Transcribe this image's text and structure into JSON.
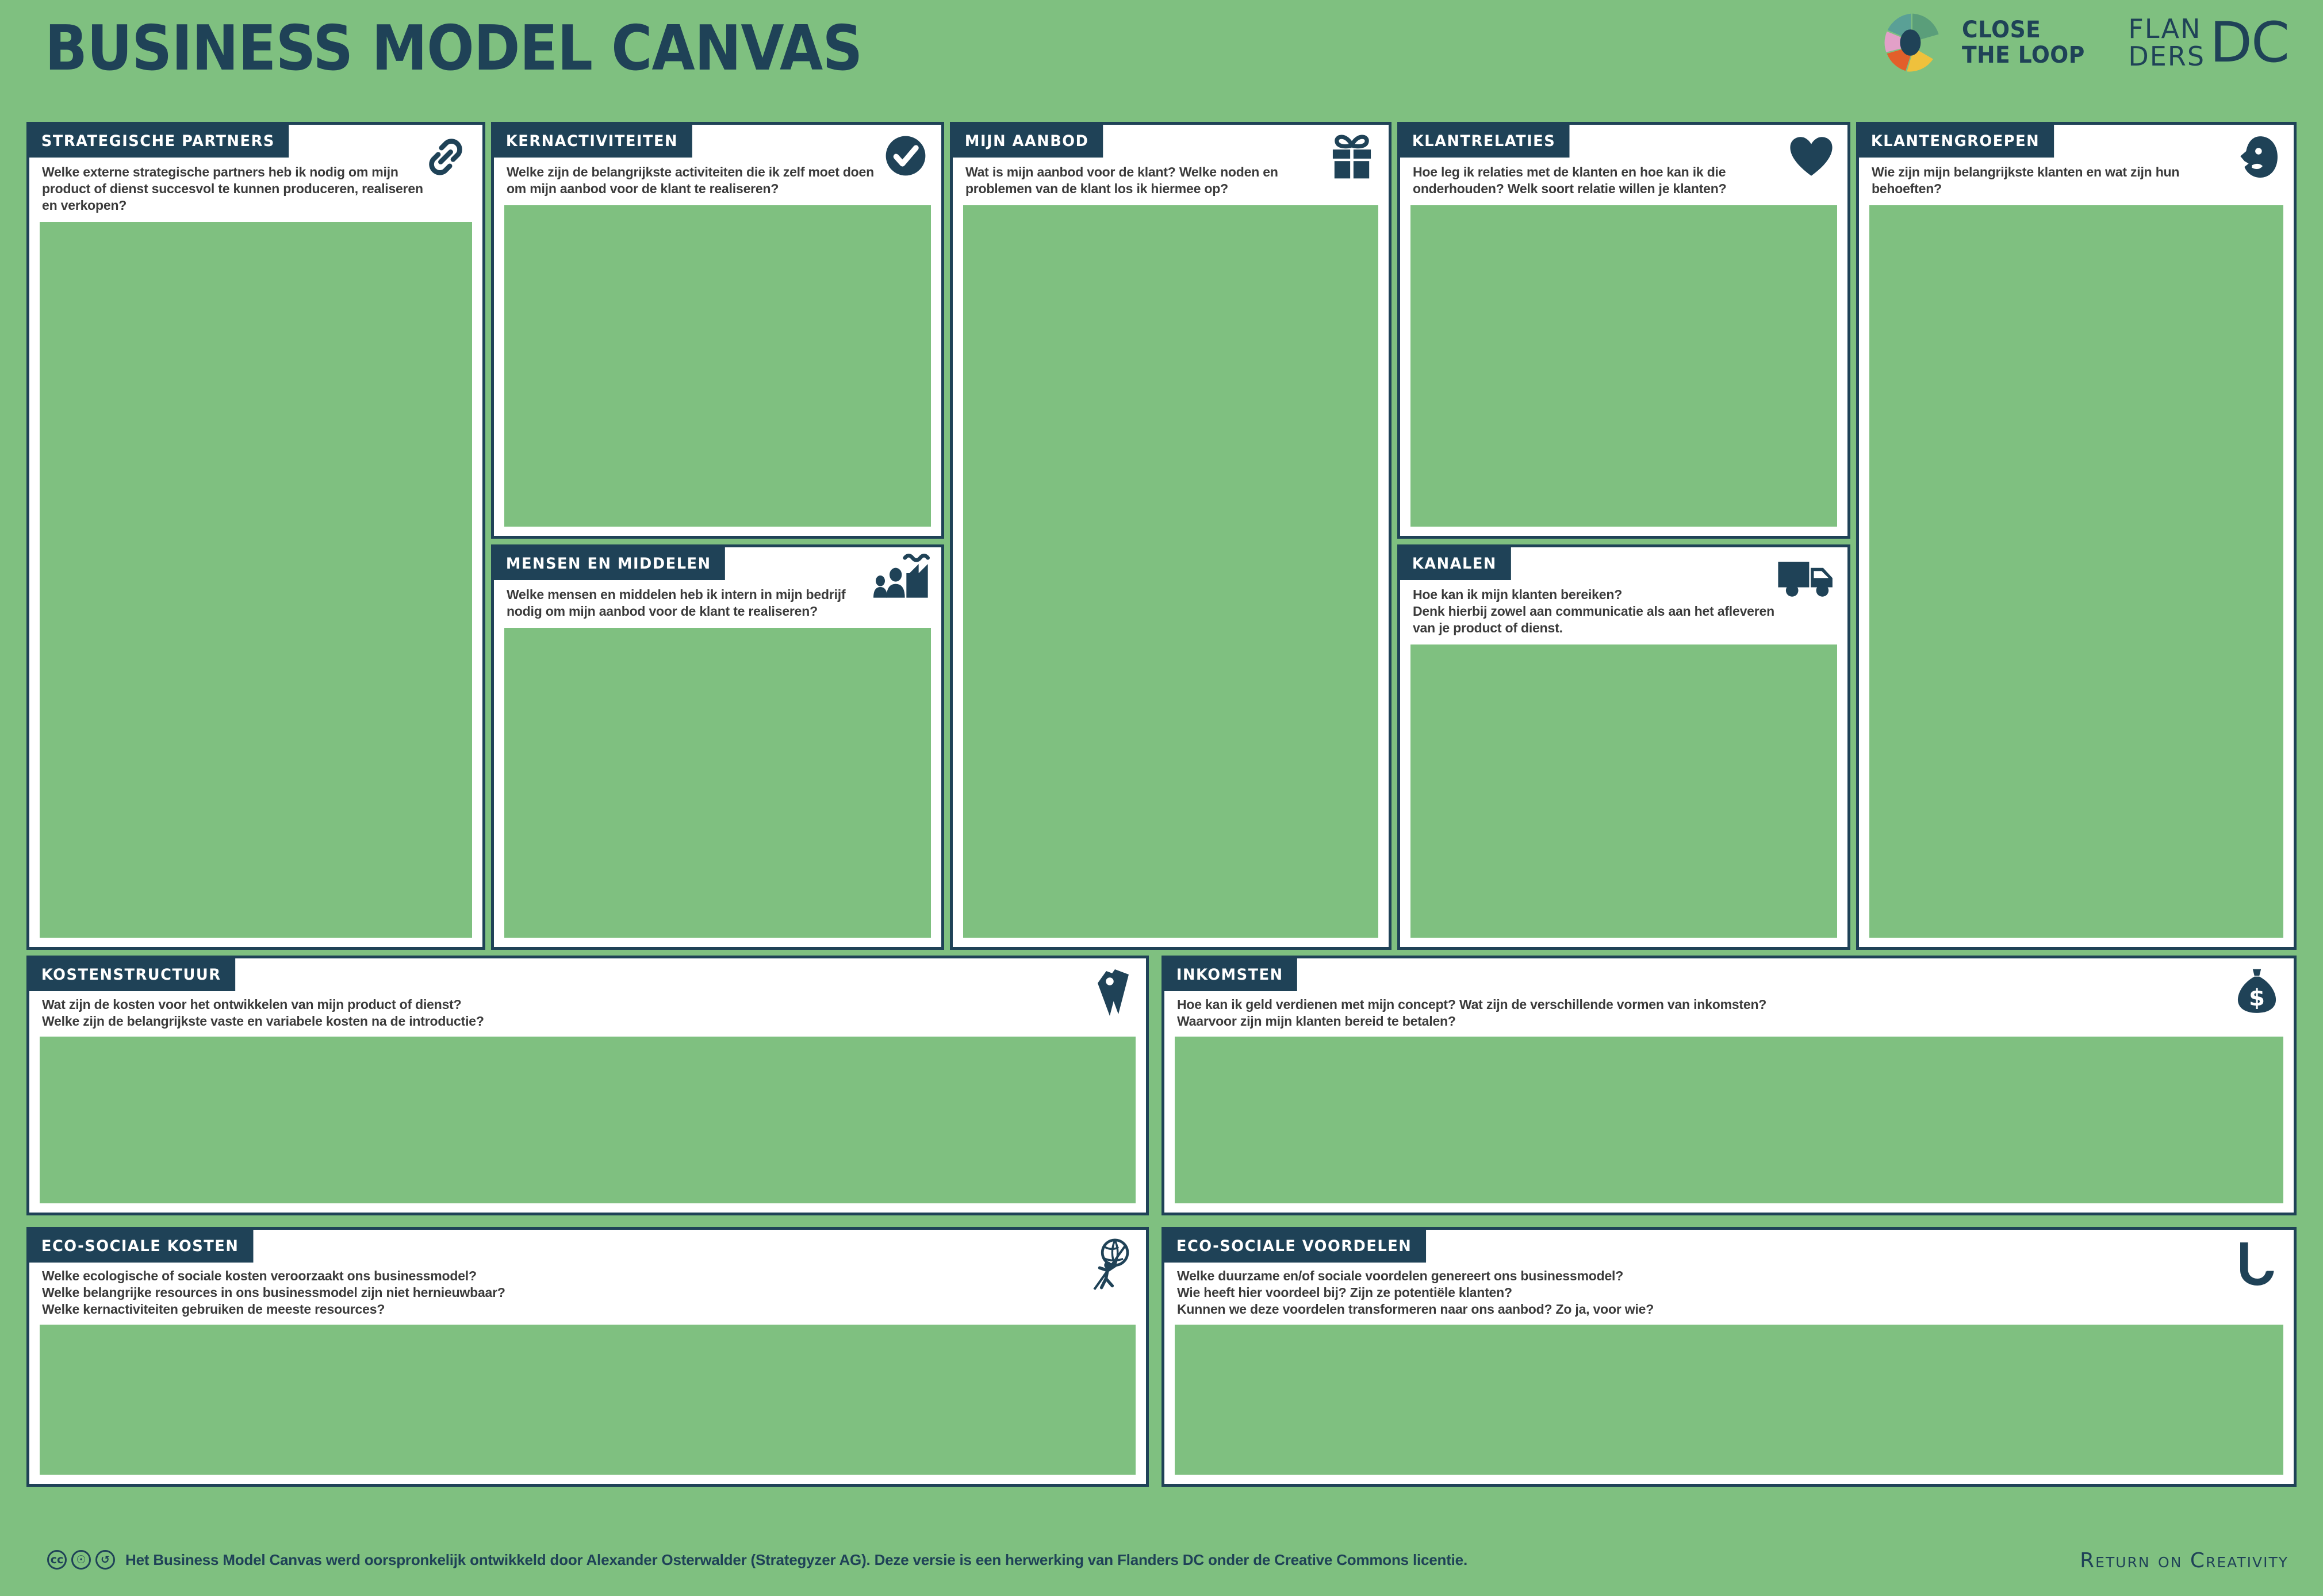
{
  "header": {
    "title": "BUSINESS MODEL CANVAS",
    "logo_close_the_loop": {
      "line1": "CLOSE",
      "line2": "THE LOOP"
    },
    "logo_flanders_dc": {
      "line1": "FLAN",
      "line2": "DERS",
      "mark": "DC"
    }
  },
  "colors": {
    "background_green": "#7FC080",
    "navy": "#1F4257",
    "panel_white": "#FFFFFF",
    "logo_teal": "#5AA096",
    "logo_green": "#5A9E7A",
    "logo_pink": "#E2A0C8",
    "logo_orange": "#E35F2A",
    "logo_yellow": "#EFC13C"
  },
  "panels": {
    "strategische_partners": {
      "label": "STRATEGISCHE PARTNERS",
      "description": "Welke externe strategische partners heb ik nodig om mijn\nproduct of dienst succesvol te kunnen produceren, realiseren\nen verkopen?",
      "icon": "chain-link-icon"
    },
    "kernactiviteiten": {
      "label": "KERNACTIVITEITEN",
      "description": "Welke zijn de belangrijkste activiteiten die ik zelf moet doen\nom mijn aanbod voor de klant te realiseren?",
      "icon": "check-circle-icon"
    },
    "mensen_en_middelen": {
      "label": "MENSEN EN MIDDELEN",
      "description": "Welke mensen en middelen heb ik intern in mijn bedrijf\nnodig om mijn aanbod voor de klant te realiseren?",
      "icon": "people-factory-icon"
    },
    "mijn_aanbod": {
      "label": "MIJN AANBOD",
      "description": "Wat is mijn aanbod voor de klant? Welke noden en\nproblemen van de klant los ik hiermee op?",
      "icon": "gift-icon"
    },
    "klantrelaties": {
      "label": "KLANTRELATIES",
      "description": "Hoe leg ik relaties met de klanten en hoe kan ik die\nonderhouden? Welk soort relatie willen je klanten?",
      "icon": "heart-icon"
    },
    "kanalen": {
      "label": "KANALEN",
      "description": "Hoe kan ik mijn klanten bereiken?\nDenk hierbij zowel aan communicatie als aan het afleveren\nvan je product of dienst.",
      "icon": "delivery-truck-icon"
    },
    "klantengroepen": {
      "label": "KLANTENGROEPEN",
      "description": "Wie zijn mijn belangrijkste klanten en wat zijn hun\nbehoeften?",
      "icon": "head-profile-icon"
    },
    "kostenstructuur": {
      "label": "KOSTENSTRUCTUUR",
      "description": "Wat zijn de kosten voor het ontwikkelen van mijn product of dienst?\nWelke zijn de belangrijkste vaste en variabele kosten na de introductie?",
      "icon": "price-tag-icon"
    },
    "inkomsten": {
      "label": "INKOMSTEN",
      "description": "Hoe kan ik geld verdienen met mijn concept? Wat zijn de verschillende vormen van inkomsten?\nWaarvoor zijn mijn klanten bereid te betalen?",
      "icon": "money-bag-icon"
    },
    "eco_sociale_kosten": {
      "label": "ECO-SOCIALE KOSTEN",
      "description": "Welke ecologische of sociale kosten veroorzaakt ons businessmodel?\nWelke belangrijke resources in ons businessmodel zijn niet hernieuwbaar?\nWelke kernactiviteiten gebruiken de meeste resources?",
      "icon": "globe-climb-icon"
    },
    "eco_sociale_voordelen": {
      "label": "ECO-SOCIALE VOORDELEN",
      "description": "Welke duurzame en/of sociale voordelen genereert ons businessmodel?\nWie heeft hier voordeel bij? Zijn ze potentiële klanten?\nKunnen we deze voordelen transformeren naar ons aanbod? Zo ja, voor wie?",
      "icon": "recycle-arrow-icon"
    }
  },
  "footer": {
    "cc_icons": [
      "cc-icon",
      "cc-by-icon",
      "cc-sa-icon"
    ],
    "cc_glyphs": [
      "cc",
      "ⓘ",
      "ⓒ"
    ],
    "credit": "Het Business Model Canvas werd oorspronkelijk ontwikkeld door Alexander Osterwalder (Strategyzer AG). Deze versie is een herwerking van Flanders DC onder de Creative Commons licentie.",
    "tagline": "Return on Creativity"
  }
}
